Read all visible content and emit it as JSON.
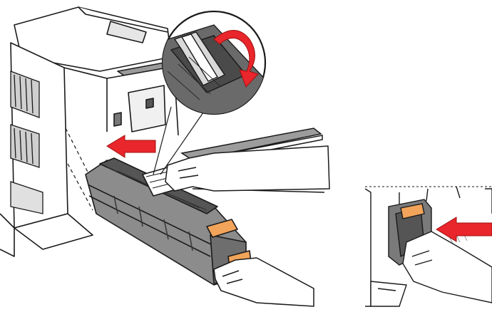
{
  "figure": {
    "panels": [
      "main-installation-view",
      "callout-zoom-view",
      "inset-cartridge-view"
    ]
  },
  "colors": {
    "outline": "#1a1a1a",
    "body_gray": "#8c8c8c",
    "dark_gray": "#555555",
    "light_gray": "#d9d9d9",
    "orange": "#f2a45a",
    "arrow_red": "#e8262b",
    "white": "#ffffff"
  }
}
